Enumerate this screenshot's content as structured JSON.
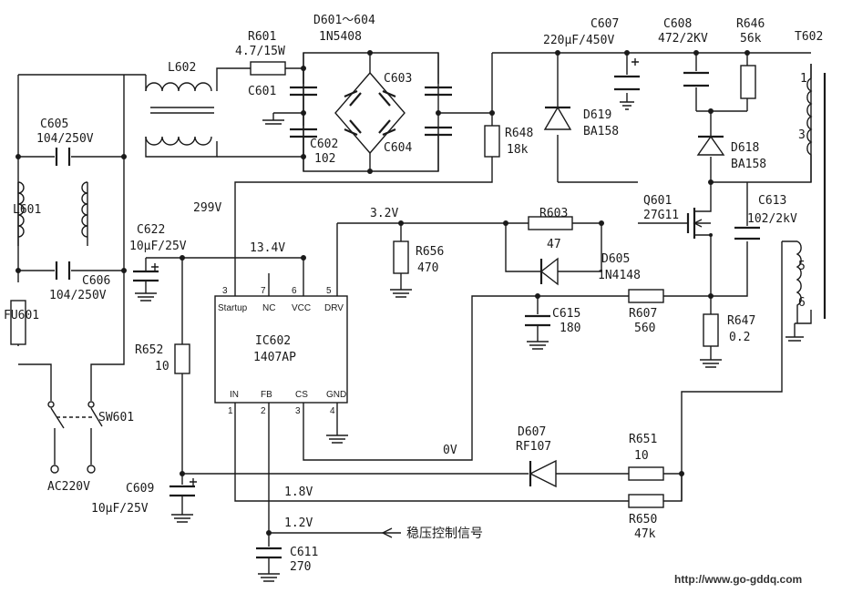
{
  "components": {
    "L602": "L602",
    "R601": "R601",
    "R601_val": "4.7/15W",
    "D601_604": "D601～604",
    "D601_604_val": "1N5408",
    "C601": "C601",
    "C602": "C602",
    "C602_val": "102",
    "C603": "C603",
    "C604": "C604",
    "C605": "C605",
    "C605_val": "104/250V",
    "L601": "L601",
    "C606": "C606",
    "C606_val": "104/250V",
    "FU601": "FU601",
    "SW601": "SW601",
    "AC220V": "AC220V",
    "C607": "C607",
    "C607_val": "220μF/450V",
    "R648": "R648",
    "R648_val": "18k",
    "D619": "D619",
    "D619_val": "BA158",
    "C608": "C608",
    "C608_val": "472/2KV",
    "R646": "R646",
    "R646_val": "56k",
    "T602": "T602",
    "D618": "D618",
    "D618_val": "BA158",
    "Q601": "Q601",
    "Q601_val": "27G11",
    "C613": "C613",
    "C613_val": "102/2kV",
    "R603": "R603",
    "R603_val": "47",
    "D605": "D605",
    "D605_val": "1N4148",
    "R656": "R656",
    "R656_val": "470",
    "C622": "C622",
    "C622_val": "10μF/25V",
    "R652": "R652",
    "R652_val": "10",
    "IC602": "IC602",
    "IC602_val": "1407AP",
    "C615": "C615",
    "C615_val": "180",
    "R607": "R607",
    "R607_val": "560",
    "R647": "R647",
    "R647_val": "0.2",
    "D607": "D607",
    "D607_val": "RF107",
    "R651": "R651",
    "R651_val": "10",
    "R650": "R650",
    "R650_val": "47k",
    "C609": "C609",
    "C609_val": "10μF/25V",
    "C611": "C611",
    "C611_val": "270"
  },
  "voltages": {
    "v299": "299V",
    "v13_4": "13.4V",
    "v3_2": "3.2V",
    "v0": "0V",
    "v1_8": "1.8V",
    "v1_2": "1.2V"
  },
  "ic_pins": {
    "p3": "3",
    "p7": "7",
    "p6": "6",
    "p5": "5",
    "startup": "Startup",
    "nc": "NC",
    "vcc": "VCC",
    "drv": "DRV",
    "in": "IN",
    "fb": "FB",
    "cs": "CS",
    "gnd": "GND",
    "p1": "1",
    "p2": "2",
    "p3b": "3",
    "p4": "4"
  },
  "transformer_pins": {
    "t1": "1",
    "t3": "3",
    "t5": "5",
    "t6": "6"
  },
  "signal_label": "稳压控制信号",
  "watermark": "http://www.go-gddq.com"
}
